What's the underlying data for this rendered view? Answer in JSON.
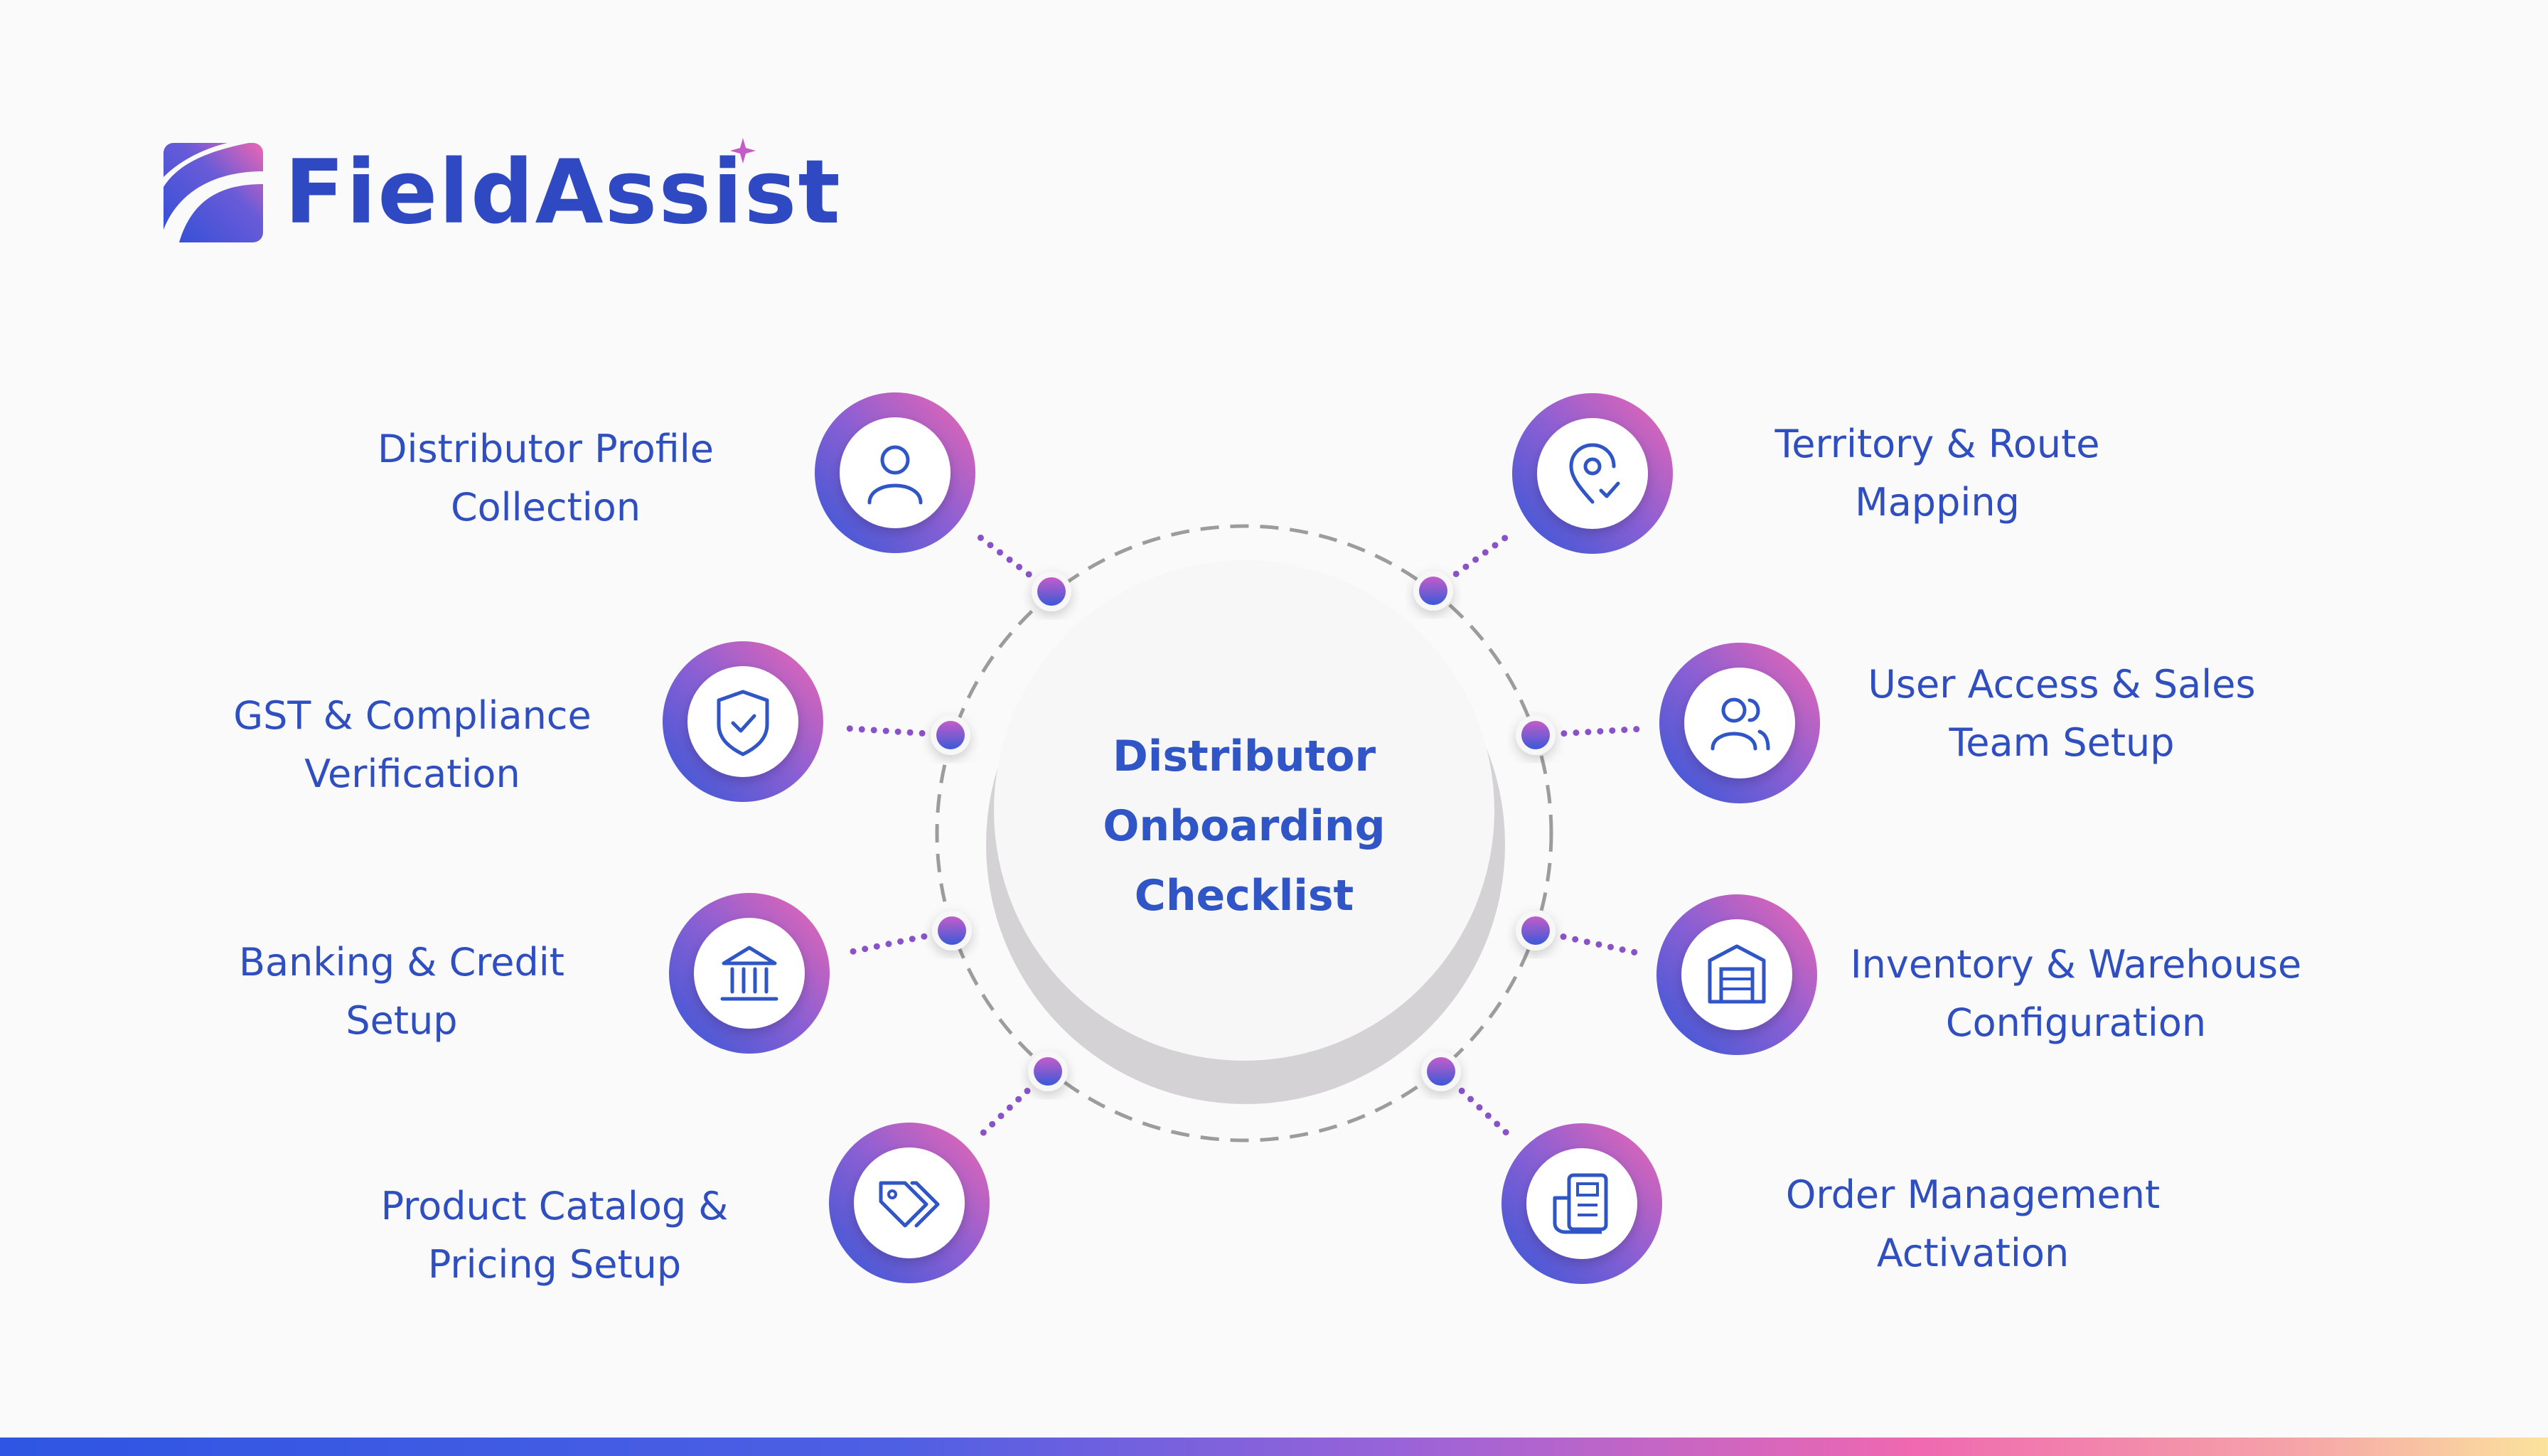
{
  "brand": {
    "name": "FieldAssist",
    "colors": {
      "primary": "#2f49c2",
      "text": "#2f4fc0",
      "gradient_start": "#3557d6",
      "gradient_end": "#ee66b2"
    }
  },
  "diagram": {
    "center_title": [
      "Distributor",
      "Onboarding",
      "Checklist"
    ],
    "steps": [
      {
        "id": "profile",
        "icon": "user-icon",
        "label": [
          "Distributor Profile",
          "Collection"
        ]
      },
      {
        "id": "gst",
        "icon": "shield-check-icon",
        "label": [
          "GST & Compliance",
          "Verification"
        ]
      },
      {
        "id": "banking",
        "icon": "bank-icon",
        "label": [
          "Banking & Credit",
          "Setup"
        ]
      },
      {
        "id": "catalog",
        "icon": "tags-icon",
        "label": [
          "Product Catalog &",
          "Pricing Setup"
        ]
      },
      {
        "id": "territory",
        "icon": "map-pin-check-icon",
        "label": [
          "Territory & Route",
          "Mapping"
        ]
      },
      {
        "id": "users",
        "icon": "users-icon",
        "label": [
          "User Access & Sales",
          "Team Setup"
        ]
      },
      {
        "id": "inventory",
        "icon": "warehouse-icon",
        "label": [
          "Inventory & Warehouse",
          "Configuration"
        ]
      },
      {
        "id": "orders",
        "icon": "orders-document-icon",
        "label": [
          "Order Management",
          "Activation"
        ]
      }
    ]
  }
}
